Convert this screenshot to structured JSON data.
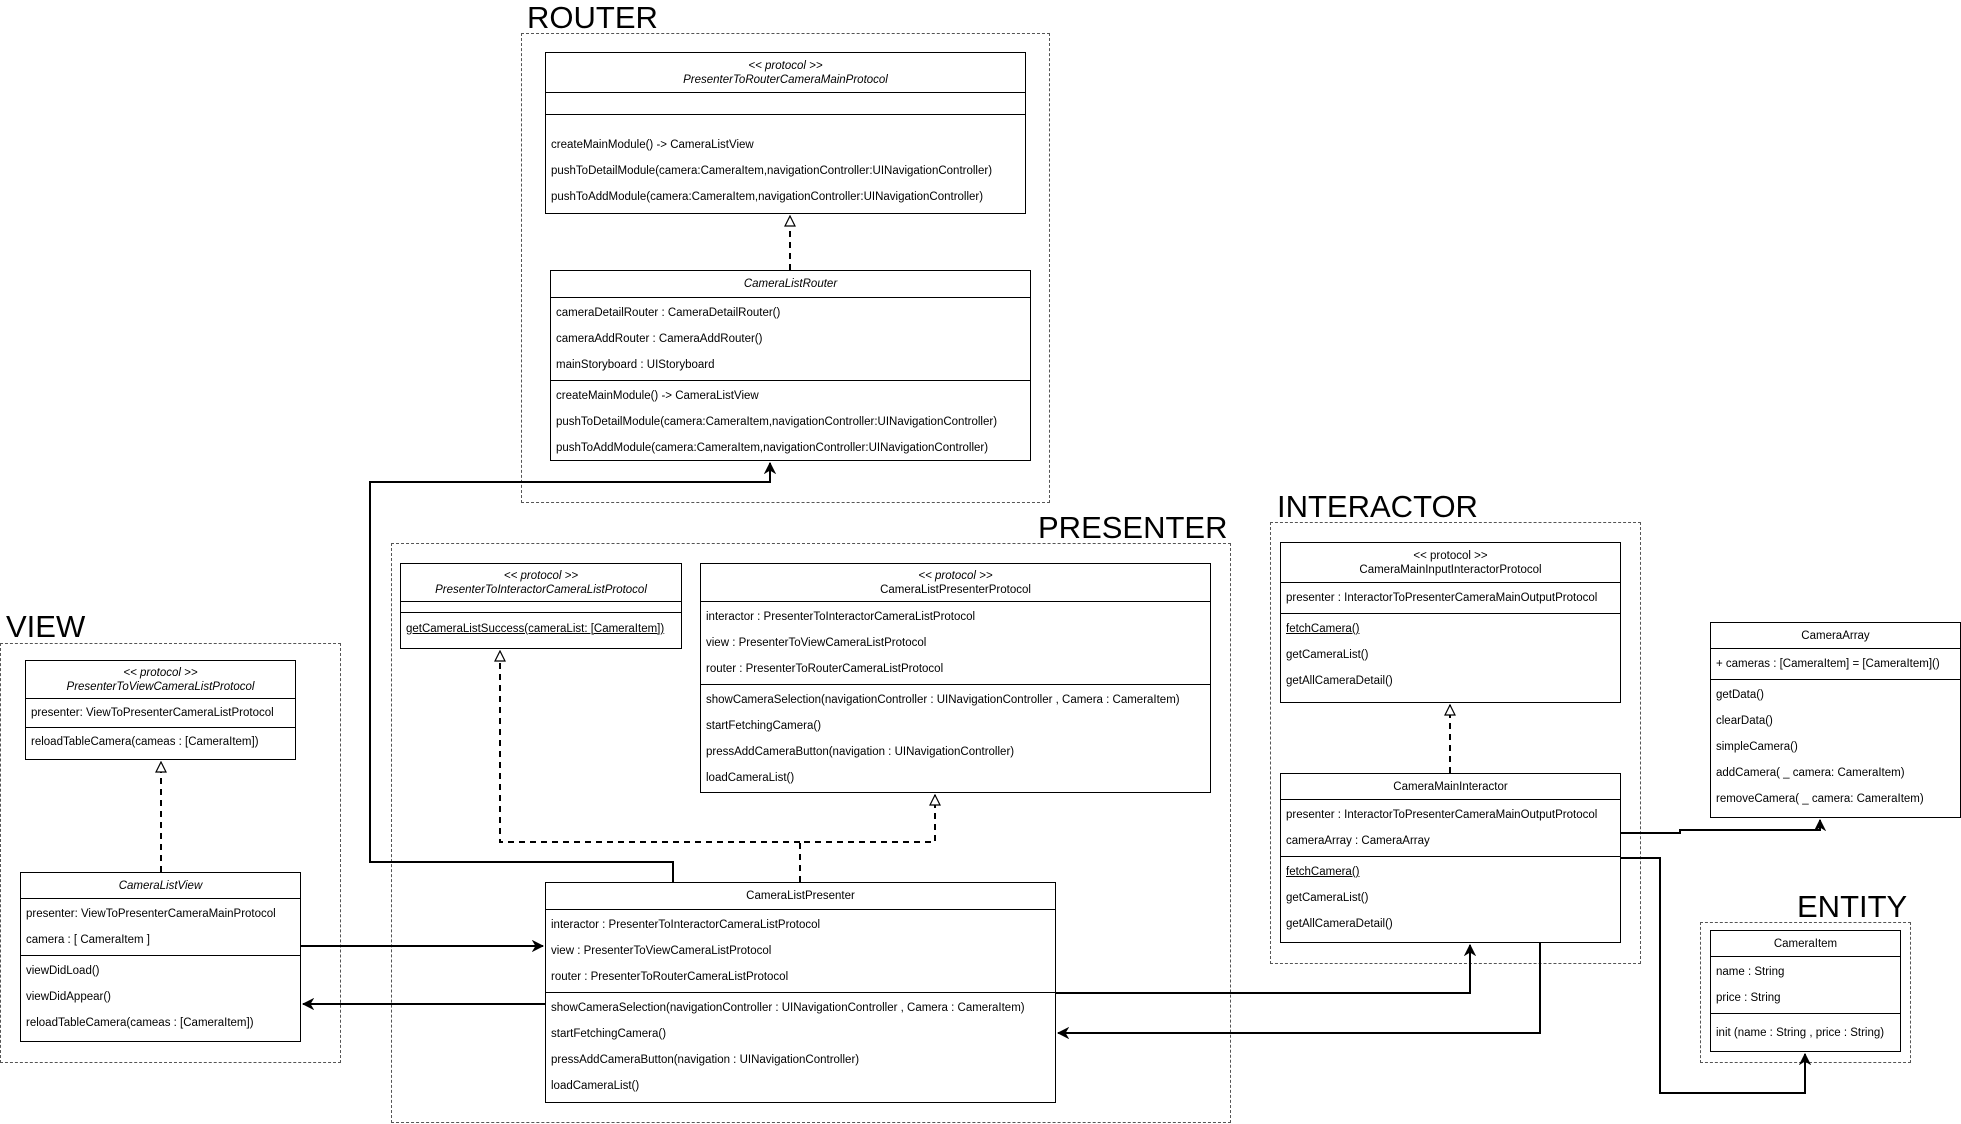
{
  "regions": {
    "router": "ROUTER",
    "presenter": "PRESENTER",
    "interactor": "INTERACTOR",
    "view": "VIEW",
    "entity": "ENTITY"
  },
  "classes": {
    "router_protocol": {
      "stereotype": "<< protocol >>",
      "name": "PresenterToRouterCameraMainProtocol",
      "attributes": [],
      "methods": [
        "createMainModule() -> CameraListView",
        "pushToDetailModule(camera:CameraItem,navigationController:UINavigationController)",
        "pushToAddModule(camera:CameraItem,navigationController:UINavigationController)"
      ]
    },
    "camera_list_router": {
      "name": "CameraListRouter",
      "attributes": [
        "cameraDetailRouter : CameraDetailRouter()",
        "cameraAddRouter : CameraAddRouter()",
        "mainStoryboard : UIStoryboard"
      ],
      "methods": [
        "createMainModule() -> CameraListView",
        "pushToDetailModule(camera:CameraItem,navigationController:UINavigationController)",
        "pushToAddModule(camera:CameraItem,navigationController:UINavigationController)"
      ]
    },
    "presenter_to_interactor_protocol": {
      "stereotype": "<< protocol >>",
      "name": "PresenterToInteractorCameraListProtocol",
      "attributes": [],
      "methods": [
        "getCameraListSuccess(cameraList: [CameraItem])"
      ]
    },
    "camera_list_presenter_protocol": {
      "stereotype": "<< protocol >>",
      "name": "CameraListPresenterProtocol",
      "attributes": [
        "interactor : PresenterToInteractorCameraListProtocol",
        "view : PresenterToViewCameraListProtocol",
        "router : PresenterToRouterCameraListProtocol"
      ],
      "methods": [
        "showCameraSelection(navigationController : UINavigationController , Camera : CameraItem)",
        "startFetchingCamera()",
        "pressAddCameraButton(navigation : UINavigationController)",
        "loadCameraList()"
      ]
    },
    "camera_list_presenter": {
      "name": "CameraListPresenter",
      "attributes": [
        "interactor : PresenterToInteractorCameraListProtocol",
        "view : PresenterToViewCameraListProtocol",
        "router : PresenterToRouterCameraListProtocol"
      ],
      "methods": [
        "showCameraSelection(navigationController : UINavigationController , Camera : CameraItem)",
        "startFetchingCamera()",
        "pressAddCameraButton(navigation : UINavigationController)",
        "loadCameraList()"
      ]
    },
    "interactor_protocol": {
      "stereotype": "<< protocol >>",
      "name": "CameraMainInputInteractorProtocol",
      "attributes": [
        "presenter : InteractorToPresenterCameraMainOutputProtocol"
      ],
      "methods": [
        "fetchCamera()",
        "getCameraList()",
        "getAllCameraDetail()"
      ]
    },
    "camera_main_interactor": {
      "name": "CameraMainInteractor",
      "attributes": [
        "presenter : InteractorToPresenterCameraMainOutputProtocol",
        "cameraArray : CameraArray"
      ],
      "methods": [
        "fetchCamera()",
        "getCameraList()",
        "getAllCameraDetail()"
      ]
    },
    "view_protocol": {
      "stereotype": "<< protocol >>",
      "name": "PresenterToViewCameraListProtocol",
      "attributes": [
        "presenter: ViewToPresenterCameraListProtocol"
      ],
      "methods": [
        "reloadTableCamera(cameas : [CameraItem])"
      ]
    },
    "camera_list_view": {
      "name": "CameraListView",
      "attributes": [
        "presenter: ViewToPresenterCameraMainProtocol",
        "camera : [ CameraItem ]"
      ],
      "methods": [
        "viewDidLoad()",
        "viewDidAppear()",
        "reloadTableCamera(cameas : [CameraItem])"
      ]
    },
    "camera_array": {
      "name": "CameraArray",
      "attributes": [
        "+ cameras : [CameraItem] = [CameraItem]()"
      ],
      "methods": [
        "getData()",
        "clearData()",
        "simpleCamera()",
        "addCamera( _ camera: CameraItem)",
        "removeCamera( _ camera: CameraItem)"
      ]
    },
    "camera_item": {
      "name": "CameraItem",
      "attributes": [
        "name : String",
        "price : String"
      ],
      "methods": [
        "init (name : String , price : String)"
      ]
    }
  }
}
